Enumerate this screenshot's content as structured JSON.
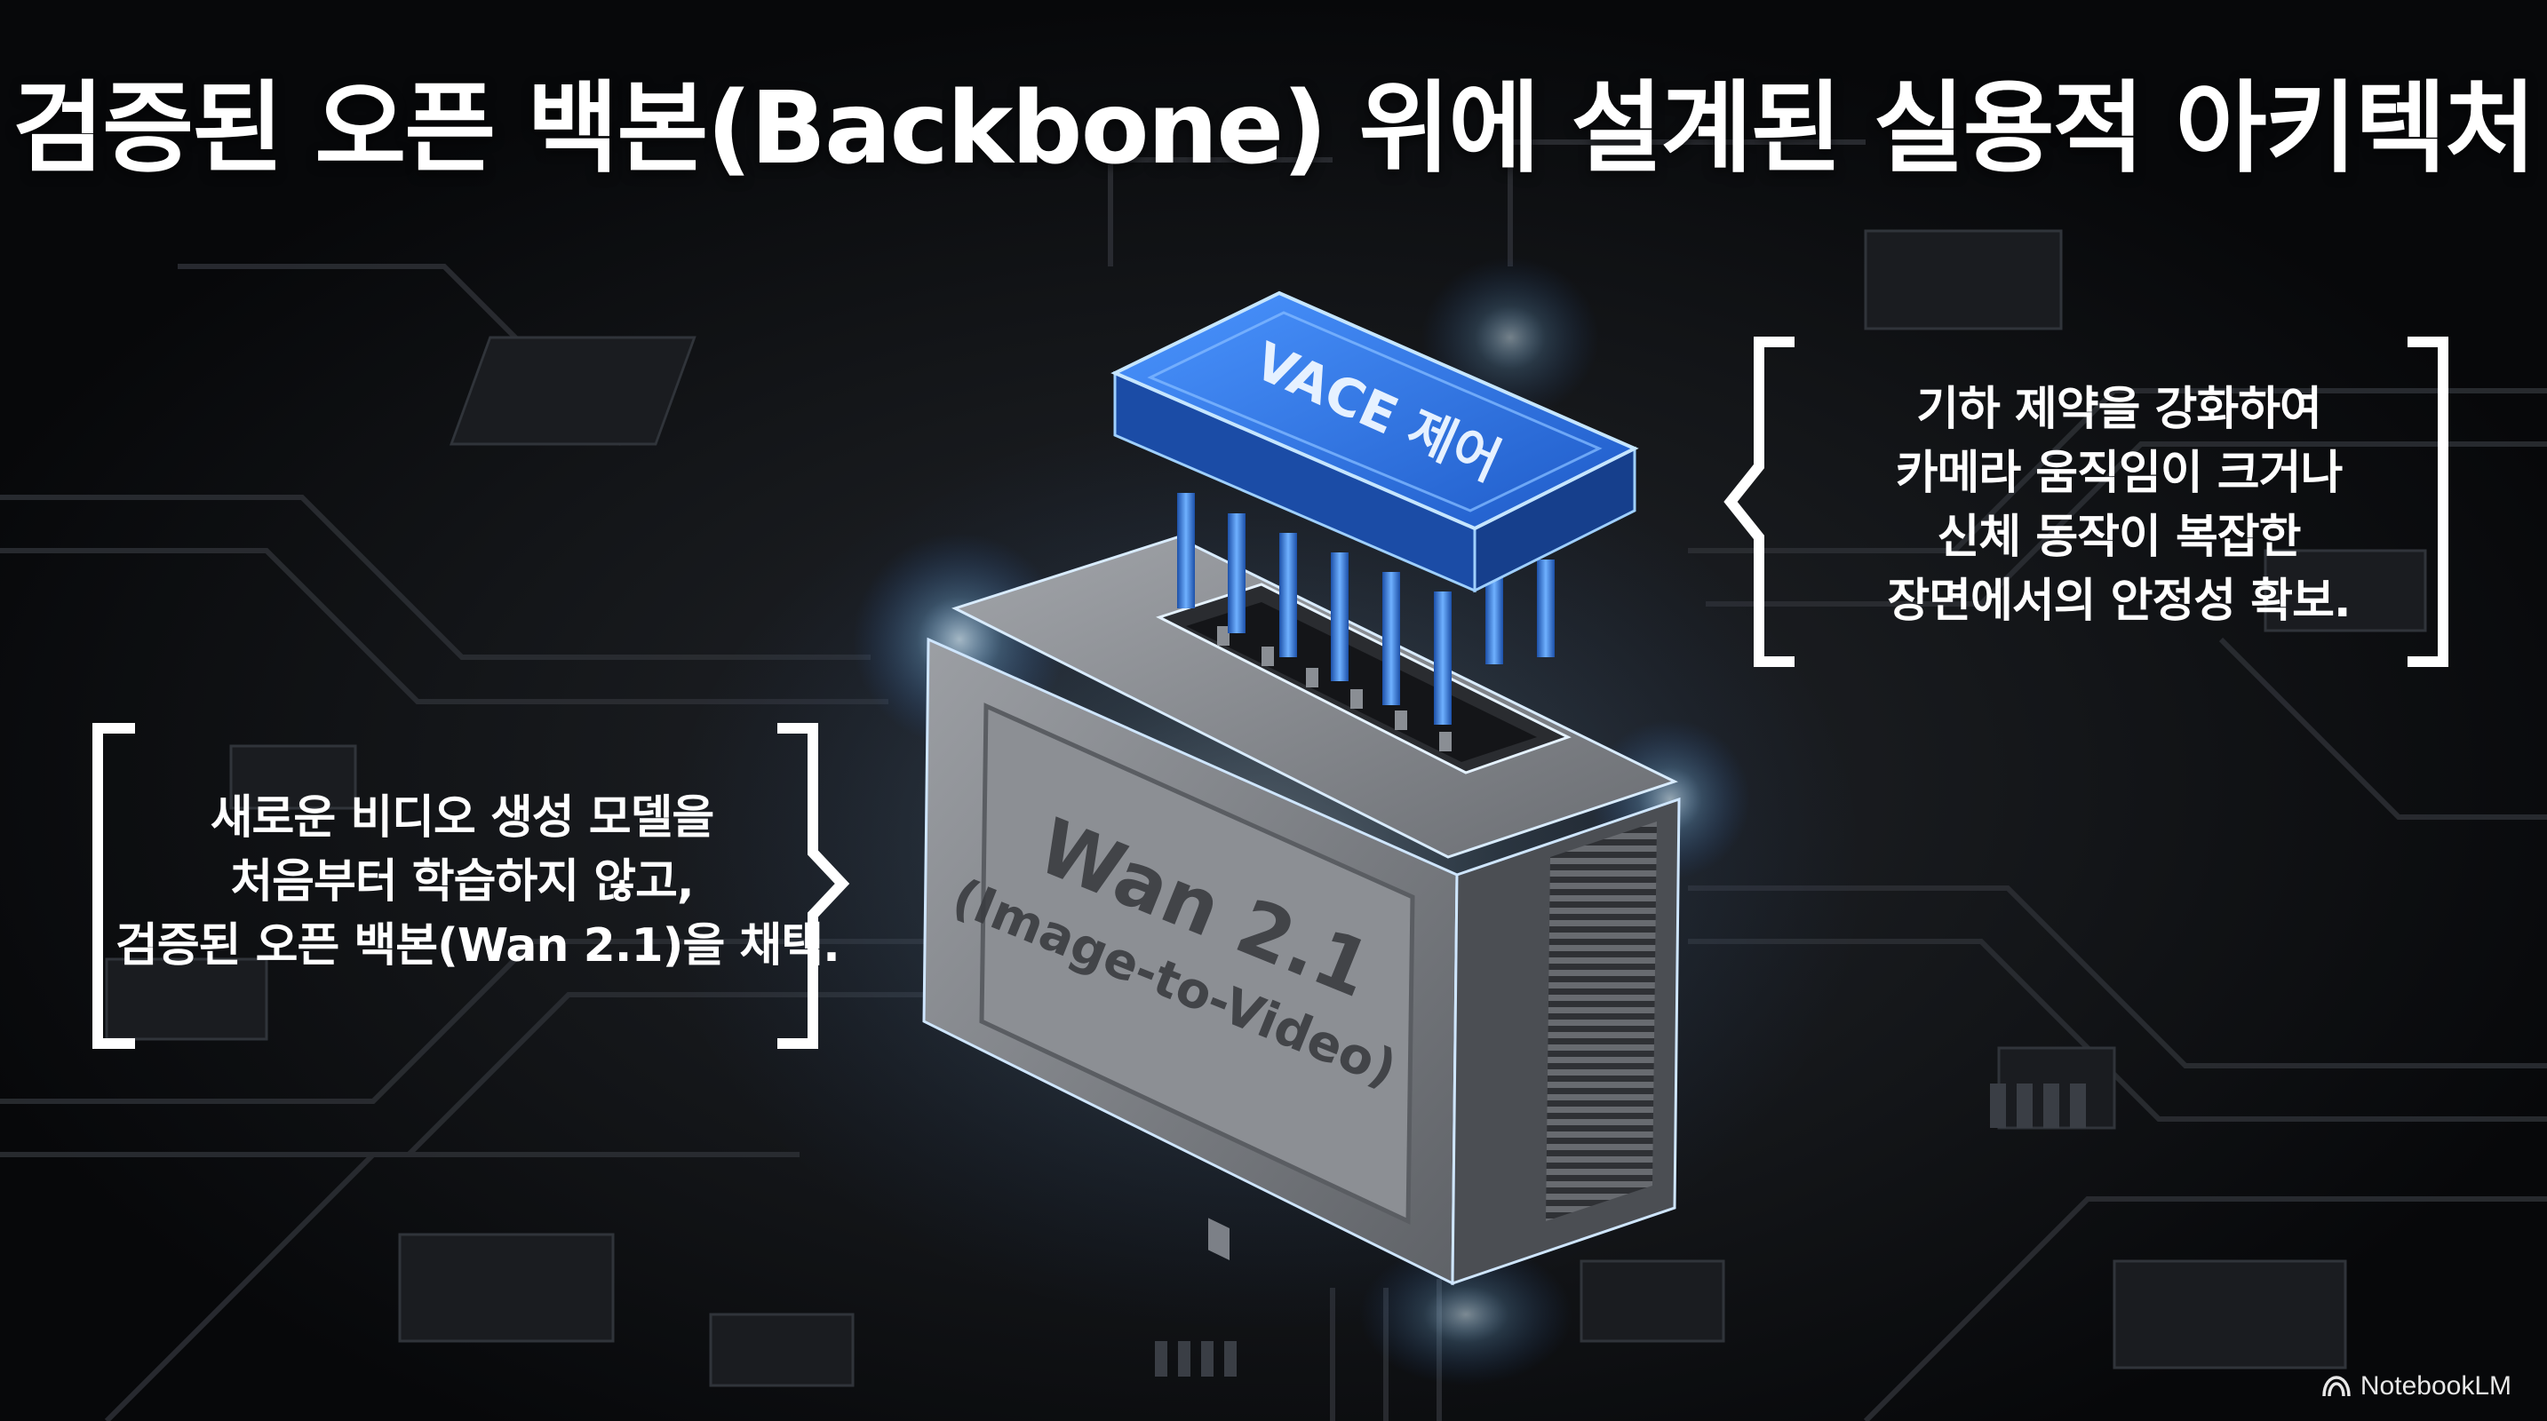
{
  "slide": {
    "title": "검증된 오픈 백본(Backbone) 위에 설계된 실용적 아키텍처"
  },
  "module": {
    "name": "Wan 2.1",
    "subtitle": "(Image-to-Video)"
  },
  "connector": {
    "label": "VACE 제어"
  },
  "callout_left": {
    "lines": [
      "새로운 비디오 생성 모델을",
      "처음부터 학습하지 않고,",
      "검증된 오픈 백본(Wan 2.1)을 채택."
    ]
  },
  "callout_right": {
    "lines": [
      "기하 제약을 강화하여",
      "카메라 움직임이 크거나",
      "신체 동작이 복잡한",
      "장면에서의 안정성 확보."
    ]
  },
  "watermark": {
    "text": "NotebookLM",
    "icon": "notebooklm-icon"
  },
  "colors": {
    "background": "#0b0c0e",
    "connector_blue": "#2f6fd8",
    "module_gray": "#8a8c90",
    "glow": "#bfe3ff",
    "text": "#ffffff"
  }
}
